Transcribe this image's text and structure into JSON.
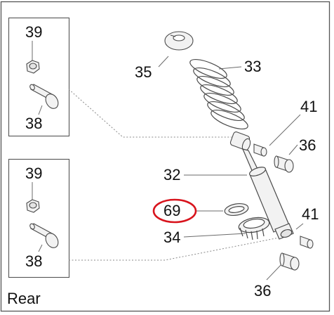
{
  "caption": "Rear",
  "callouts": {
    "p39_top": "39",
    "p38_top": "38",
    "p39_bottom": "39",
    "p38_bottom": "38",
    "p35": "35",
    "p33": "33",
    "p41_top": "41",
    "p36_top": "36",
    "p32": "32",
    "p69": "69",
    "p34": "34",
    "p41_bottom": "41",
    "p36_bottom": "36"
  },
  "colors": {
    "line": "#6b6b6b",
    "highlight": "#d8141d",
    "part_fill": "#f2f2f2",
    "part_stroke": "#4a4a4a"
  }
}
